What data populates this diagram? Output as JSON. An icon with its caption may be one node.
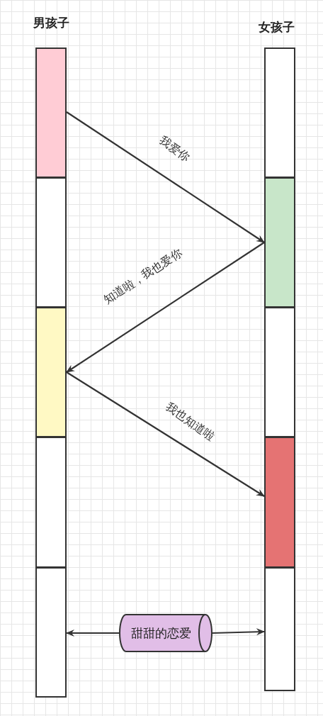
{
  "diagram": {
    "nodes": [
      {
        "text": [
          "男孩子"
        ]
      },
      {
        "text": [],
        "shape": "box",
        "in": 0
      },
      {
        "text": [],
        "shape": "box",
        "in": 0
      },
      {
        "text": [],
        "shape": "box",
        "in": 0
      },
      {
        "text": [],
        "shape": "box",
        "in": 0
      },
      {
        "text": [],
        "shape": "box",
        "in": 0
      },
      {
        "text": [
          "女孩子"
        ]
      },
      {
        "text": [],
        "shape": "box",
        "in": 6
      },
      {
        "text": [],
        "shape": "box",
        "in": 6
      },
      {
        "text": [],
        "shape": "box",
        "in": 6
      },
      {
        "text": [],
        "shape": "box",
        "in": 6
      },
      {
        "text": [],
        "shape": "box",
        "in": 6
      },
      {
        "text": [
          "甜甜的恋爱"
        ]
      }
    ],
    "edges": [
      {
        "from": 1,
        "to": 8,
        "arrow": "to",
        "label": "我爱你"
      },
      {
        "from": 8,
        "to": 3,
        "arrow": "to",
        "label": "知道啦，我也爱你"
      },
      {
        "from": 3,
        "to": 10,
        "arrow": "to",
        "label": "我也知道啦"
      },
      {
        "from": 12,
        "to": 5,
        "arrow": "to"
      },
      {
        "from": 12,
        "to": 11,
        "arrow": "to"
      }
    ]
  }
}
